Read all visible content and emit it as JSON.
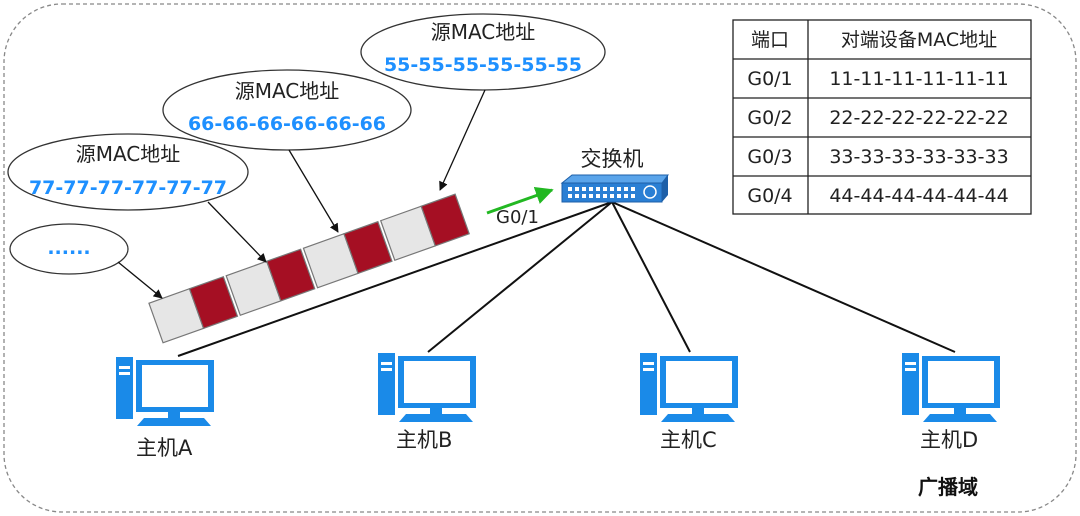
{
  "domain_label": "广播域",
  "switch": {
    "label": "交换机",
    "port_label": "G0/1"
  },
  "hosts": [
    {
      "label": "主机A"
    },
    {
      "label": "主机B"
    },
    {
      "label": "主机C"
    },
    {
      "label": "主机D"
    }
  ],
  "callouts": [
    {
      "title": "源MAC地址",
      "mac": "55-55-55-55-55-55"
    },
    {
      "title": "源MAC地址",
      "mac": "66-66-66-66-66-66"
    },
    {
      "title": "源MAC地址",
      "mac": "77-77-77-77-77-77"
    },
    {
      "title": "",
      "mac": "......"
    }
  ],
  "mac_table": {
    "headers": [
      "端口",
      "对端设备MAC地址"
    ],
    "rows": [
      [
        "G0/1",
        "11-11-11-11-11-11"
      ],
      [
        "G0/2",
        "22-22-22-22-22-22"
      ],
      [
        "G0/3",
        "33-33-33-33-33-33"
      ],
      [
        "G0/4",
        "44-44-44-44-44-44"
      ]
    ]
  },
  "colors": {
    "frame_red": "#a50f23",
    "frame_gray": "#e6e6e6",
    "mac_blue": "#1e90ff",
    "host_blue": "#1a8ae8",
    "arrow_green": "#22b822",
    "switch_blue": "#2a7fd4"
  }
}
